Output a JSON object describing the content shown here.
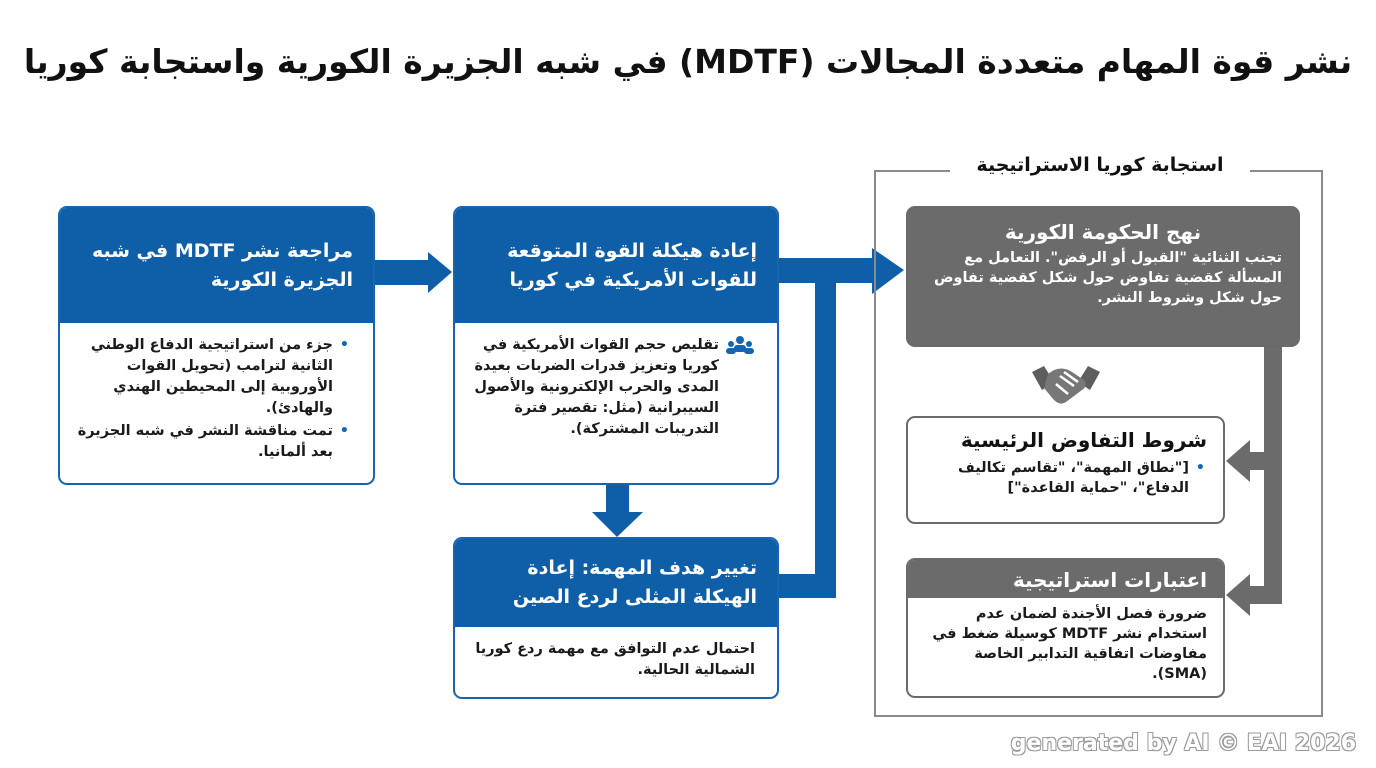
{
  "title": "نشر قوة المهام متعددة المجالات (MDTF) في شبه الجزيرة الكورية واستجابة كوريا",
  "review": {
    "header": "مراجعة نشر MDTF في شبه الجزيرة الكورية",
    "bullets": [
      "جزء من استراتيجية الدفاع الوطني الثانية لترامب (تحويل القوات الأوروبية إلى المحيطين الهندي والهادئ).",
      "تمت مناقشة النشر في شبه الجزيرة بعد ألمانيا."
    ]
  },
  "restructure": {
    "header": "إعادة هيكلة القوة المتوقعة للقوات الأمريكية في كوريا",
    "icon": "people-group-icon",
    "body": "تقليص حجم القوات الأمريكية في كوريا وتعزيز قدرات الضربات بعيدة المدى والحرب الإلكترونية والأصول السيبرانية (مثل: تقصير فترة التدريبات المشتركة)."
  },
  "mission": {
    "header": "تغيير هدف المهمة: إعادة الهيكلة المثلى لردع الصين",
    "body": "احتمال عدم التوافق مع مهمة ردع كوريا الشمالية الحالية."
  },
  "korea_panel": {
    "title": "استجابة كوريا الاستراتيجية",
    "approach": {
      "header": "نهج الحكومة الكورية",
      "body": "تجنب الثنائية \"القبول أو الرفض\". التعامل مع المسألة كقضية تفاوض حول شكل كقضية تفاوض حول شكل وشروط النشر."
    },
    "handshake_icon": "handshake-icon",
    "terms": {
      "header": "شروط التفاوض الرئيسية",
      "bullet": "[\"نطاق المهمة\"، \"تقاسم تكاليف الدفاع\"، \"حماية القاعدة\"]"
    },
    "considerations": {
      "header": "اعتبارات استراتيجية",
      "body": "ضرورة فصل الأجندة لضمان عدم استخدام نشر MDTF كوسيلة ضغط في مفاوضات اتفاقية التدابير الخاصة (SMA)."
    }
  },
  "colors": {
    "blue": "#0f5fa8",
    "gray": "#6b6b6b"
  },
  "watermark": "generated by AI © EAI 2026"
}
